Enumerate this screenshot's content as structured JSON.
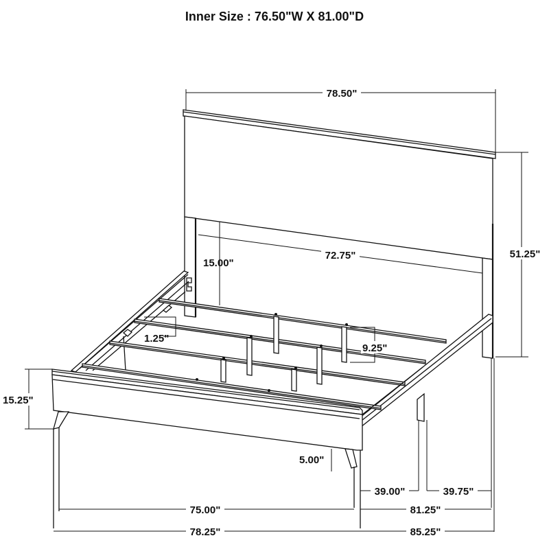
{
  "title": "Inner Size : 76.50\"W X 81.00\"D",
  "diagram": {
    "subject": "bed frame",
    "dimensions": {
      "headboard_width": "78.50\"",
      "headboard_height": "51.25\"",
      "headboard_panel_inner_width": "72.75\"",
      "headboard_leg_clearance": "15.00\"",
      "slat_spacing": "9.25\"",
      "rail_ledge": "1.25\"",
      "footboard_height": "15.25\"",
      "under_bed_clearance": "5.00\"",
      "leg_to_center": "39.00\"",
      "center_to_leg": "39.75\"",
      "inner_length": "81.25\"",
      "outer_length": "85.25\"",
      "inner_width": "75.00\"",
      "outer_width": "78.25\""
    }
  }
}
